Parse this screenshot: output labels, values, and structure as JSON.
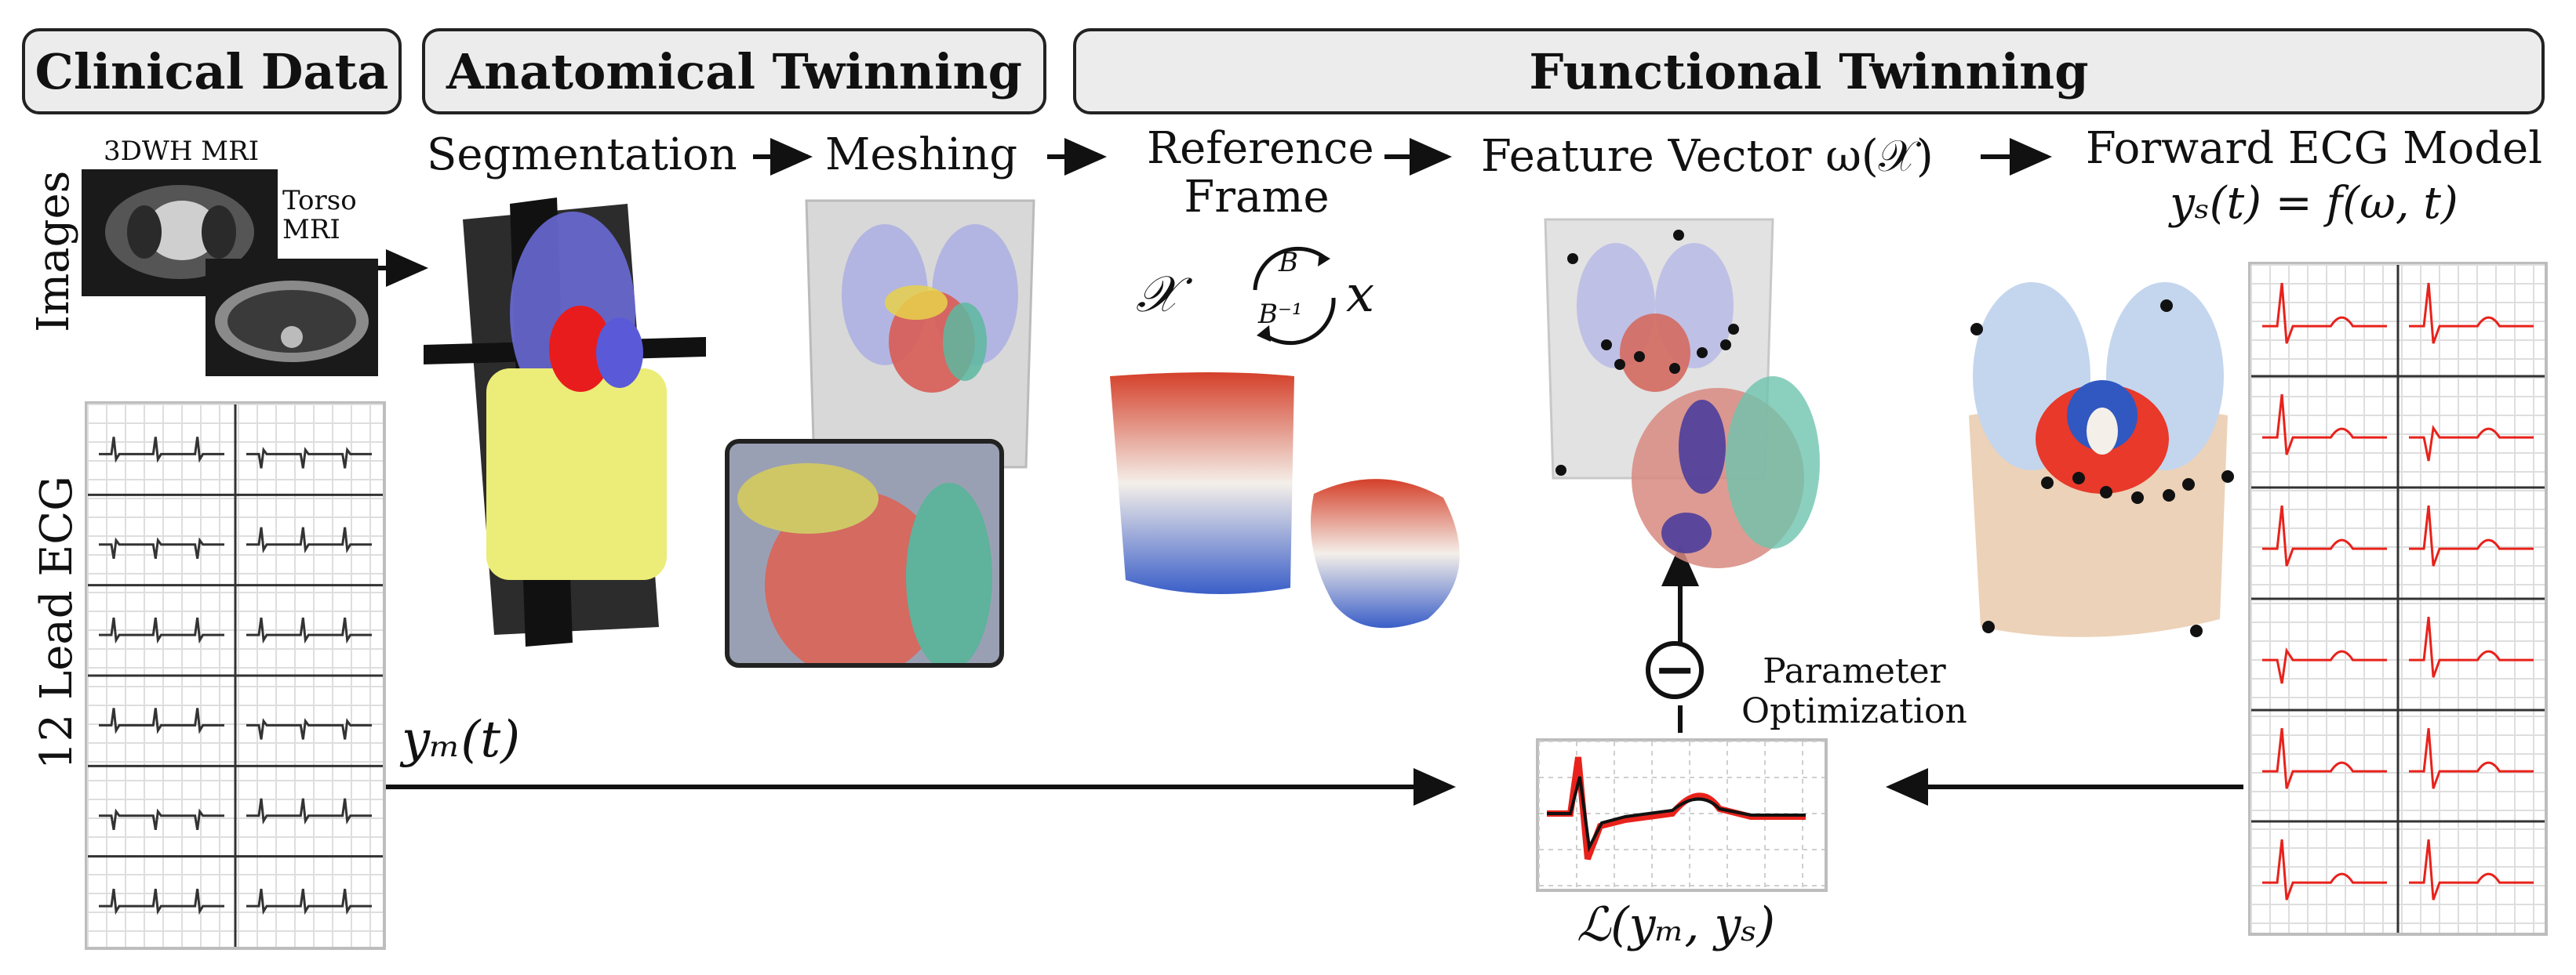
{
  "headers": {
    "clinical": "Clinical Data",
    "anatomical": "Anatomical Twinning",
    "functional": "Functional Twinning"
  },
  "labels": {
    "images": "Images",
    "mri_3dwh": "3DWH MRI",
    "torso_line1": "Torso",
    "torso_line2": "MRI",
    "segmentation": "Segmentation",
    "meshing": "Meshing",
    "reference_line1": "Reference",
    "reference_line2": "Frame",
    "feature_vector": "Feature Vector ω(𝒳)",
    "forward_line1": "Forward ECG Model",
    "forward_line2": "yₛ(t) = f(ω, t)",
    "ecg_12_lead": "12 Lead ECG",
    "ym": "yₘ(t)",
    "loss": "ℒ(yₘ, yₛ)",
    "param_line1": "Parameter",
    "param_line2": "Optimization",
    "map_X": "𝒳",
    "map_x": "x",
    "map_B": "B",
    "map_Binv": "B⁻¹",
    "minus": "−"
  },
  "colors": {
    "measured_trace": "#333333",
    "simulated_trace": "#e8221b",
    "header_fill": "#ececec"
  }
}
